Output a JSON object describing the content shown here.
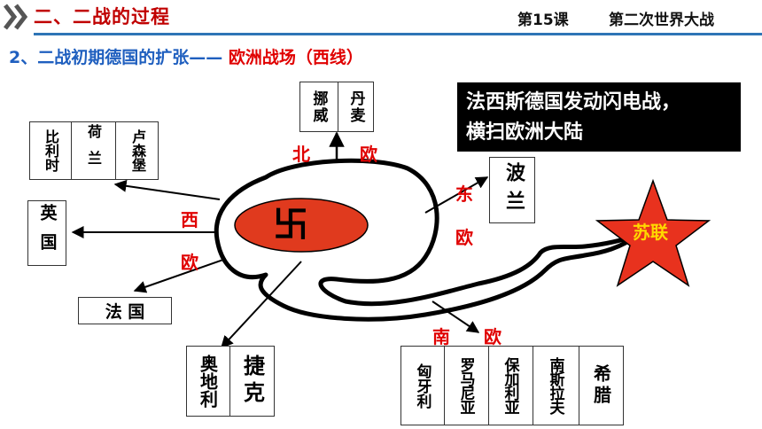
{
  "header": {
    "section_title": "二、二战的过程",
    "lesson_number": "第15课",
    "lesson_title": "第二次世界大战"
  },
  "subtitle": {
    "prefix": "2、二战初期德国的扩张——",
    "suffix": "欧洲战场（西线）"
  },
  "callout": {
    "line1": "法西斯德国发动闪电战，",
    "line2": "横扫欧洲大陆"
  },
  "center_symbol": "卐",
  "directions": {
    "north": "北",
    "north_eu": "欧",
    "east": "东",
    "east_eu": "欧",
    "west": "西",
    "west_eu": "欧",
    "south": "南",
    "south_eu": "欧"
  },
  "countries": {
    "norway": "挪威",
    "denmark": "丹麦",
    "belgium": "比利时",
    "netherlands": "荷兰",
    "luxembourg": "卢森堡",
    "britain": "英国",
    "france": "法 国",
    "poland": "波兰",
    "soviet": "苏联",
    "austria": "奥地利",
    "czech": "捷克",
    "hungary": "匈牙利",
    "romania": "罗马尼亚",
    "bulgaria": "保加利亚",
    "yugoslavia": "南斯拉夫",
    "greece": "希腊"
  },
  "colors": {
    "accent_red": "#e00000",
    "section_red": "#c00000",
    "subtitle_blue": "#1f5fbf",
    "germany_fill": "#e03a1e",
    "star_fill": "#e8321e",
    "star_text": "#ffd800"
  }
}
